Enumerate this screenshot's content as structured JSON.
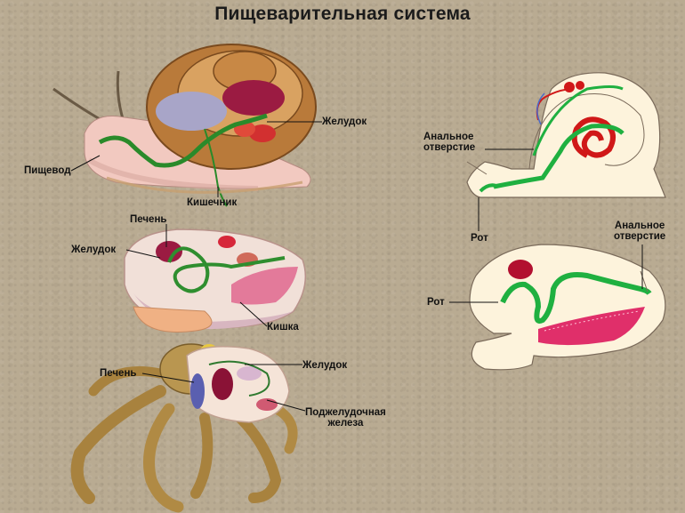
{
  "title": "Пищеварительная система",
  "labels": {
    "snail_stomach": "Желудок",
    "snail_esophagus": "Пищевод",
    "snail_intestine": "Кишечник",
    "clam_liver": "Печень",
    "clam_stomach": "Желудок",
    "clam_gut": "Кишка",
    "octopus_liver": "Печень",
    "octopus_stomach": "Желудок",
    "octopus_pancreas_1": "Поджелудочная",
    "octopus_pancreas_2": "железа",
    "scheme_snail_anus_1": "Анальное",
    "scheme_snail_anus_2": "отверстие",
    "scheme_snail_mouth": "Рот",
    "scheme_clam_anus_1": "Анальное",
    "scheme_clam_anus_2": "отверстие",
    "scheme_clam_mouth": "Рот"
  },
  "colors": {
    "background": "#b9ab92",
    "gut_green": "#2fb54a",
    "organ_red": "#c8102e",
    "body_cream": "#fdf3dc"
  }
}
